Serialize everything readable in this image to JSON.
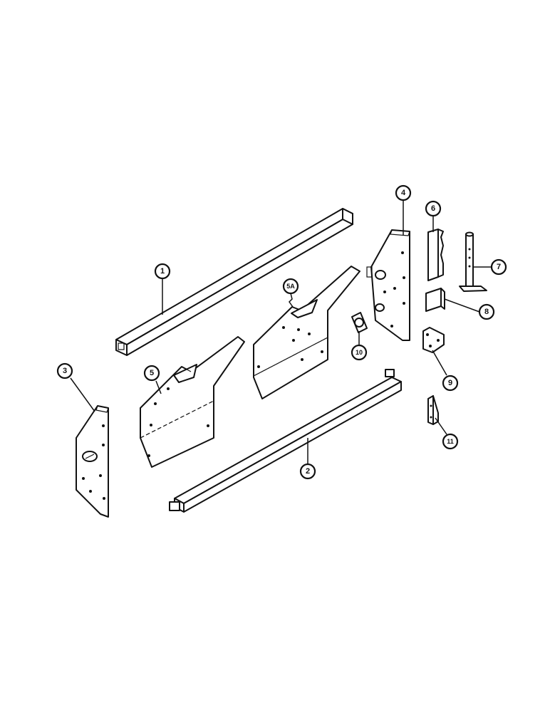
{
  "callouts": {
    "c1": "1",
    "c2": "2",
    "c3": "3",
    "c4": "4",
    "c5": "5",
    "c5a": "5A",
    "c6": "6",
    "c7": "7",
    "c8": "8",
    "c9": "9",
    "c10": "10",
    "c11": "11"
  }
}
